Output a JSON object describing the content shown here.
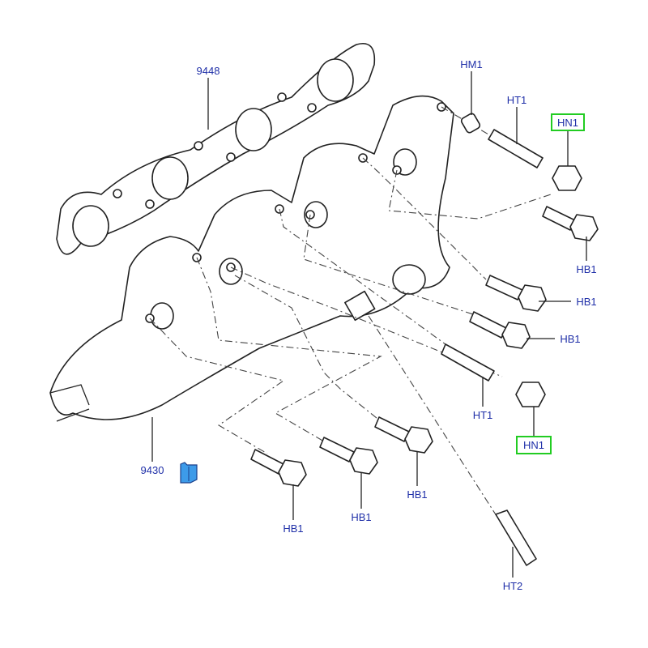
{
  "diagram": {
    "parts": {
      "gasket": "9448",
      "manifold": "9430",
      "hm1": "HM1",
      "ht1_top": "HT1",
      "hn1_top": "HN1",
      "hb1_r1": "HB1",
      "hb1_r2": "HB1",
      "hb1_r3": "HB1",
      "ht1_mid": "HT1",
      "hn1_mid": "HN1",
      "hb1_b1": "HB1",
      "hb1_b2": "HB1",
      "hb1_b3": "HB1",
      "ht2": "HT2"
    },
    "highlight_color": "#22cc22",
    "label_color": "#1f2fa8",
    "icons": [
      "info-icon"
    ]
  }
}
